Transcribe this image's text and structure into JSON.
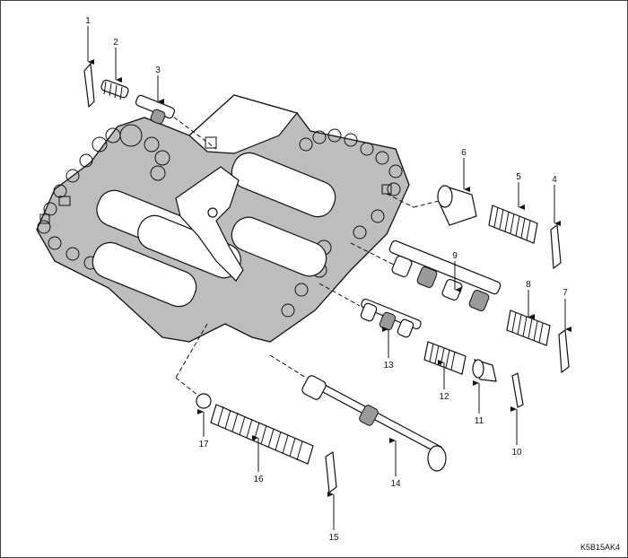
{
  "callouts": [
    {
      "id": "1",
      "text": "1"
    },
    {
      "id": "2",
      "text": "2"
    },
    {
      "id": "3",
      "text": "3"
    },
    {
      "id": "4",
      "text": "4"
    },
    {
      "id": "5",
      "text": "5"
    },
    {
      "id": "6",
      "text": "6"
    },
    {
      "id": "7",
      "text": "7"
    },
    {
      "id": "8",
      "text": "8"
    },
    {
      "id": "9",
      "text": "9"
    },
    {
      "id": "10",
      "text": "10"
    },
    {
      "id": "11",
      "text": "11"
    },
    {
      "id": "12",
      "text": "12"
    },
    {
      "id": "13",
      "text": "13"
    },
    {
      "id": "14",
      "text": "14"
    },
    {
      "id": "15",
      "text": "15"
    },
    {
      "id": "16",
      "text": "16"
    },
    {
      "id": "17",
      "text": "17"
    }
  ],
  "figure_code": "K5B15AK4",
  "colors": {
    "line": "#111111",
    "body_fill": "#bdbdbd",
    "shade": "#9a9a9a",
    "background": "#ffffff"
  }
}
